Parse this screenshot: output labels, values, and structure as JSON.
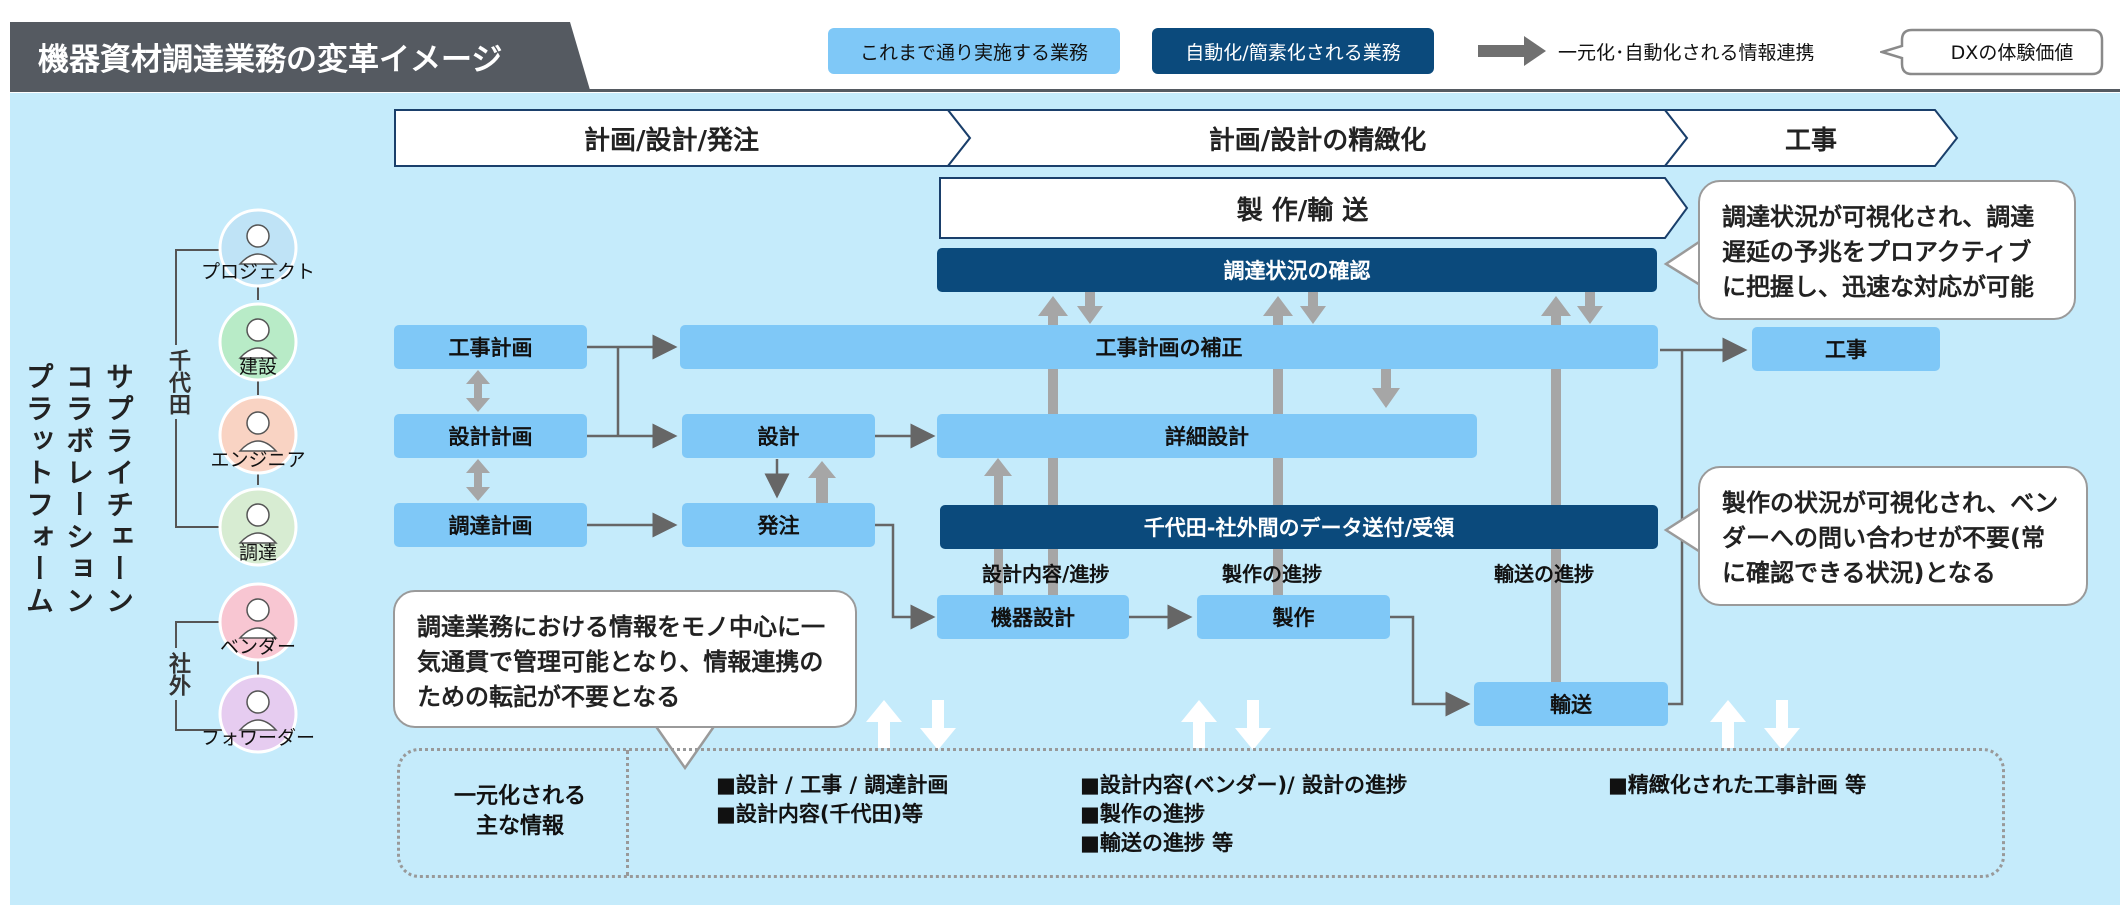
{
  "header": {
    "title": "機器資材調達業務の変革イメージ",
    "legend_existing": "これまで通り実施する業務",
    "legend_automated": "自動化/簡素化される業務",
    "legend_arrow": "一元化･自動化される情報連携",
    "legend_dx": "DXの体験価値"
  },
  "colors": {
    "light_box": "#7fc8f7",
    "dark_box": "#0b4a7c",
    "background": "#c5ebfb",
    "arrow": "#999999"
  },
  "phases": {
    "phase1": "計画/設計/発注",
    "phase2": "計画/設計の精緻化",
    "phase3": "工事",
    "manufacturing": "製 作/輸 送"
  },
  "side": {
    "platform": "サプライチェーン コラボレーション プラットフォーム",
    "chiyoda": "千代田",
    "external": "社外",
    "roles": [
      "プロジェクト",
      "建設",
      "エンジニア",
      "調達",
      "ベンダー",
      "フォワーダー"
    ]
  },
  "boxes": {
    "construction_plan": "工事計画",
    "design_plan": "設計計画",
    "procurement_plan": "調達計画",
    "design": "設計",
    "order": "発注",
    "procurement_status": "調達状況の確認",
    "plan_revision": "工事計画の補正",
    "detailed_design": "詳細設計",
    "data_exchange": "千代田-社外間のデータ送付/受領",
    "equipment_design": "機器設計",
    "manufacture": "製作",
    "transport": "輸送",
    "construction": "工事"
  },
  "flow_labels": {
    "design_progress": "設計内容/進捗",
    "manufacture_progress": "製作の進捗",
    "transport_progress": "輸送の進捗"
  },
  "callouts": {
    "procurement": "調達状況が可視化され、調達遅延の予兆をプロアクティブに把握し、迅速な対応が可能",
    "manufacture": "製作の状況が可視化され、ベンダーへの問い合わせが不要(常に確認できる状況)となる",
    "information": "調達業務における情報をモノ中心に一気通貫で管理可能となり、情報連携のための転記が不要となる"
  },
  "unified_info": {
    "label": "一元化される\n主な情報",
    "col1": [
      "■設計 / 工事 / 調達計画",
      "■設計内容(千代田)等"
    ],
    "col2": [
      "■設計内容(ベンダー)/ 設計の進捗",
      "■製作の進捗",
      "■輸送の進捗 等"
    ],
    "col3": [
      "■精緻化された工事計画 等"
    ]
  }
}
